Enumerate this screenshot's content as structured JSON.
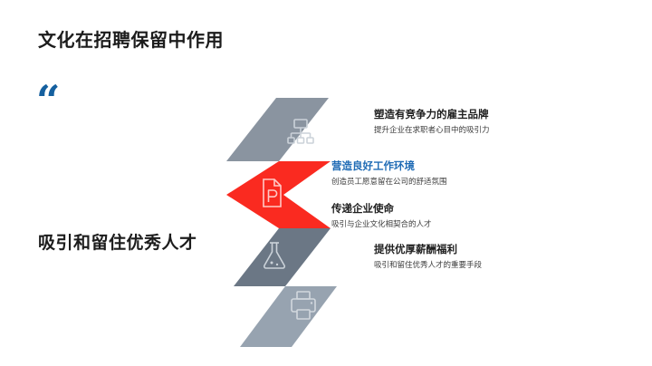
{
  "slide": {
    "title": "文化在招聘保留中作用",
    "quote_mark": "“",
    "subtitle": "吸引和留住优秀人才",
    "colors": {
      "accent_blue": "#1F6BB5",
      "quote_blue": "#15609F",
      "highlight_red": "#FA2A20",
      "band_1_gray": "#8A94A0",
      "band_3_slate": "#6B7785",
      "band_4_gray": "#97A3B0",
      "text_dark": "#1C1C1C"
    }
  },
  "diagram": {
    "type": "chevron",
    "direction": "left",
    "bands": [
      {
        "index": 1,
        "icon": "org-chart-icon",
        "color": "#8A94A0",
        "highlighted": false
      },
      {
        "index": 2,
        "icon": "document-p-icon",
        "color": "#FA2A20",
        "highlighted": true
      },
      {
        "index": 3,
        "icon": "flask-icon",
        "color": "#6B7785",
        "highlighted": false
      },
      {
        "index": 4,
        "icon": "printer-icon",
        "color": "#97A3B0",
        "highlighted": false
      }
    ]
  },
  "items": [
    {
      "heading": "塑造有竞争力的雇主品牌",
      "desc": "提升企业在求职者心目中的吸引力",
      "accent": false
    },
    {
      "heading": "营造良好工作环境",
      "desc": "创造员工愿意留在公司的舒适氛围",
      "accent": true
    },
    {
      "heading": "传递企业使命",
      "desc": "吸引与企业文化相契合的人才",
      "accent": false
    },
    {
      "heading": "提供优厚薪酬福利",
      "desc": "吸引和留住优秀人才的重要手段",
      "accent": false
    }
  ]
}
